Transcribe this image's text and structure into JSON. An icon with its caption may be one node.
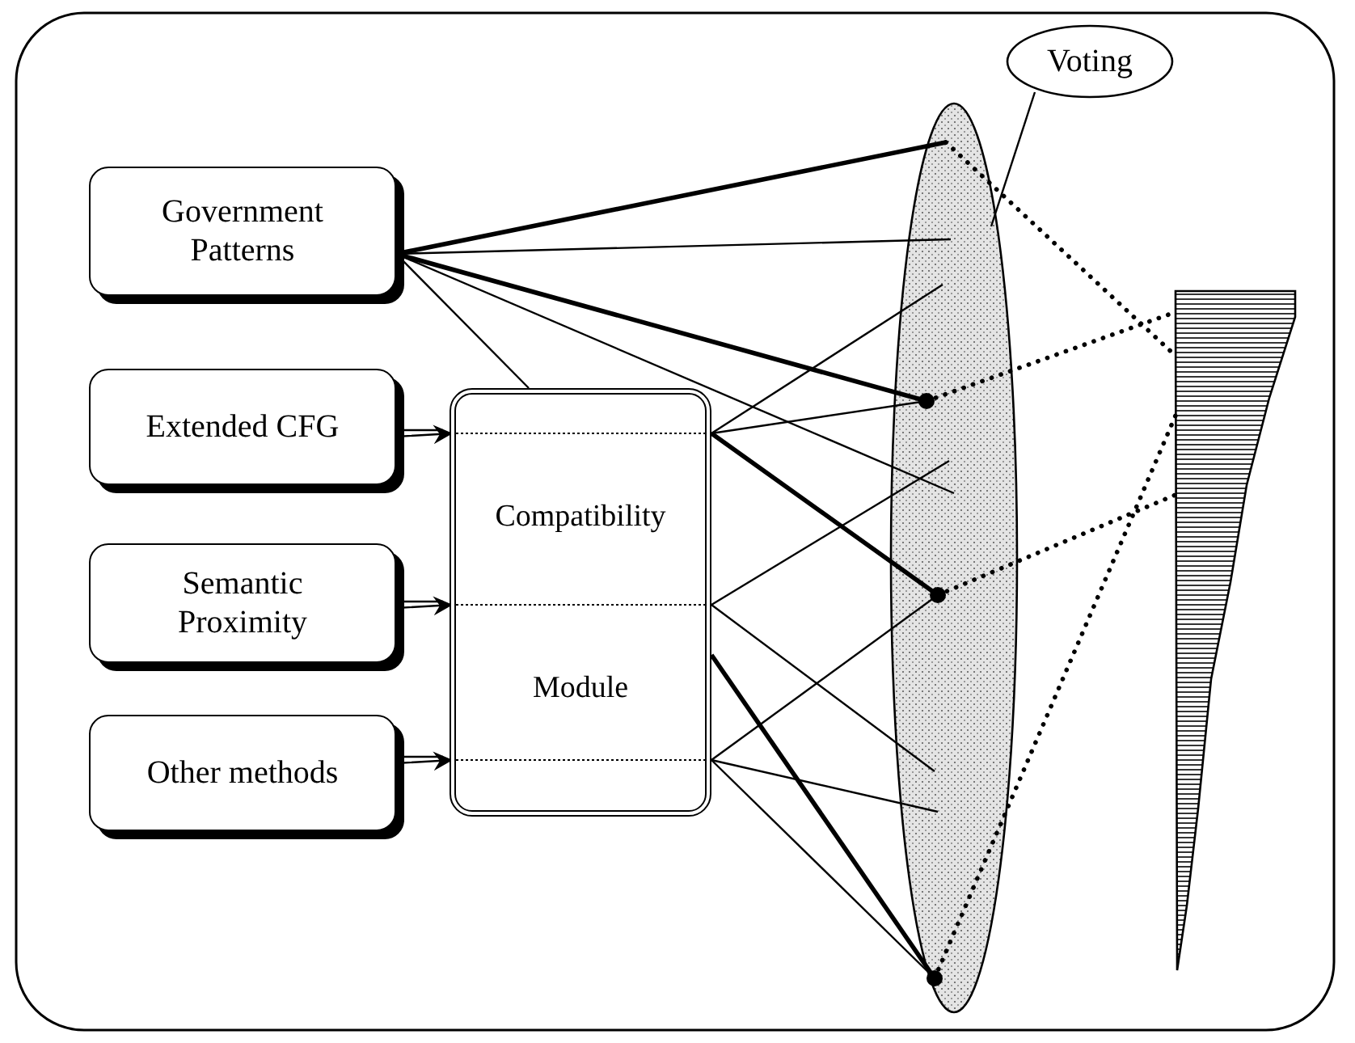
{
  "diagram": {
    "nodes": [
      {
        "text": [
          "Government Patterns"
        ]
      },
      {
        "text": [
          "Extended CFG"
        ]
      },
      {
        "text": [
          "Semantic Proximity"
        ]
      },
      {
        "text": [
          "Other methods"
        ]
      },
      {
        "text": [
          "Compatibility Module"
        ]
      },
      {
        "text": [],
        "shape": "ellipse"
      },
      {
        "text": [],
        "shape": "dot",
        "in": 5
      },
      {
        "text": [],
        "shape": "dot",
        "in": 5
      },
      {
        "text": [],
        "shape": "dot",
        "in": 5
      },
      {
        "text": [
          "Voting"
        ]
      },
      {
        "text": [],
        "shape": "triangle"
      }
    ],
    "edges": [
      {
        "from": 0,
        "to": 5,
        "arrow": "none",
        "style": "thick"
      },
      {
        "from": 0,
        "to": 5,
        "arrow": "none"
      },
      {
        "from": 0,
        "to": 6,
        "arrow": "none",
        "style": "thick"
      },
      {
        "from": 0,
        "to": 5,
        "arrow": "none"
      },
      {
        "from": 0,
        "to": 4,
        "arrow": "none"
      },
      {
        "from": 1,
        "to": 4,
        "arrow": "to"
      },
      {
        "from": 2,
        "to": 4,
        "arrow": "to"
      },
      {
        "from": 3,
        "to": 4,
        "arrow": "to"
      },
      {
        "from": 4,
        "to": 5,
        "arrow": "none"
      },
      {
        "from": 4,
        "to": 6,
        "arrow": "none"
      },
      {
        "from": 4,
        "to": 7,
        "arrow": "none",
        "style": "thick"
      },
      {
        "from": 4,
        "to": 5,
        "arrow": "none"
      },
      {
        "from": 4,
        "to": 5,
        "arrow": "none"
      },
      {
        "from": 4,
        "to": 8,
        "arrow": "none",
        "style": "thick"
      },
      {
        "from": 4,
        "to": 7,
        "arrow": "none"
      },
      {
        "from": 4,
        "to": 5,
        "arrow": "none"
      },
      {
        "from": 4,
        "to": 8,
        "arrow": "none"
      },
      {
        "from": 9,
        "to": 5,
        "arrow": "none"
      },
      {
        "from": 5,
        "to": 10,
        "arrow": "none",
        "style": "dashed"
      },
      {
        "from": 6,
        "to": 10,
        "arrow": "none",
        "style": "dashed"
      },
      {
        "from": 7,
        "to": 10,
        "arrow": "none",
        "style": "dashed"
      },
      {
        "from": 8,
        "to": 10,
        "arrow": "none",
        "style": "dashed"
      }
    ]
  }
}
